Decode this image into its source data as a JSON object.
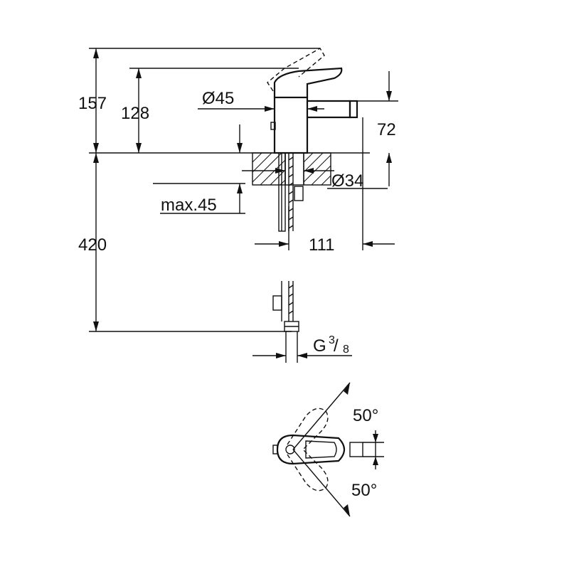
{
  "dimensions": {
    "total_height": "157",
    "spout_height": "128",
    "body_diameter": "Ø45",
    "outlet_height": "72",
    "hole_diameter": "Ø34",
    "max_deck_thickness": "max.45",
    "hose_length": "420",
    "reach": "111",
    "thread_prefix": "G",
    "thread_numerator": "3",
    "thread_denominator": "8",
    "swivel_up": "50°",
    "swivel_down": "50°"
  }
}
